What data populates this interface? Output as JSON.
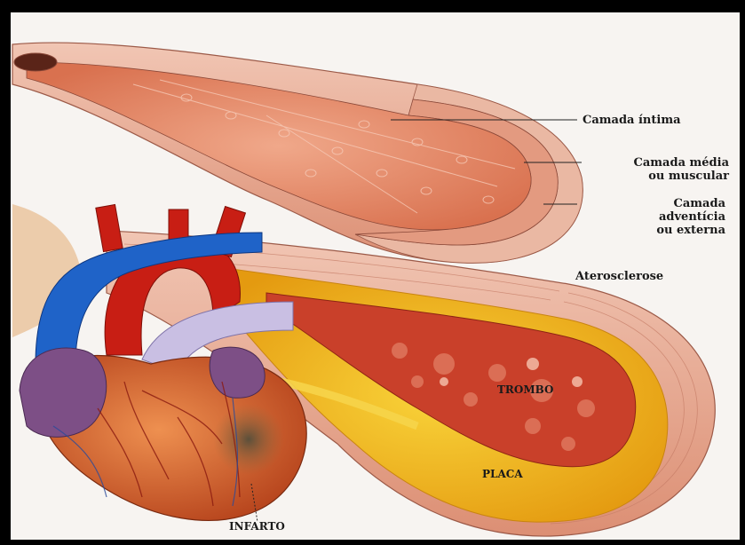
{
  "labels": {
    "intima": "Camada íntima",
    "media_1": "Camada média",
    "media_2": "ou muscular",
    "adventicia_1": "Camada",
    "adventicia_2": "adventícia",
    "adventicia_3": "ou externa",
    "aterosclerose": "Aterosclerose",
    "trombo": "TROMBO",
    "placa": "PLACA",
    "infarto": "INFARTO"
  },
  "colors": {
    "frame": "#000000",
    "background": "#f7f4f1",
    "vessel_wall": "#e9a68e",
    "vessel_lumen": "#dd7a5c",
    "plaque": "#f2b81c",
    "thrombus": "#c9402a",
    "artery_red": "#c81e14",
    "vein_blue": "#1f63c8",
    "heart_muscle": "#d86a38",
    "infarct_zone": "#6d5a3e",
    "atrium_purple": "#7d4f86"
  }
}
